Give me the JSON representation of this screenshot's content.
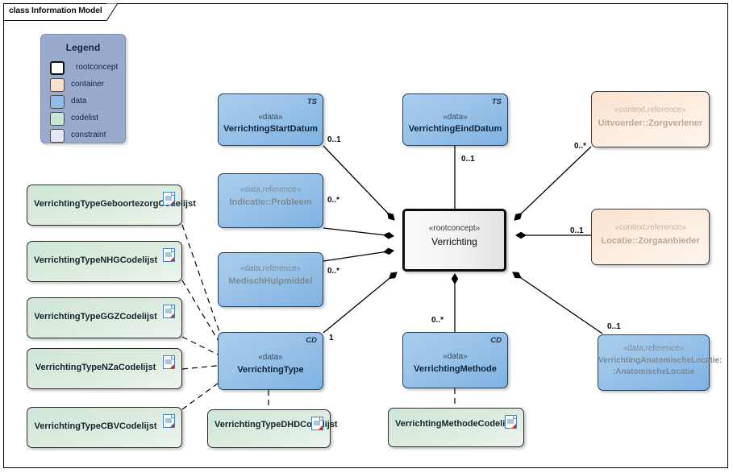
{
  "frame": {
    "title": "class Information Model"
  },
  "legend": {
    "title": "Legend",
    "items": [
      {
        "label": "rootconcept",
        "color": "#ffffff"
      },
      {
        "label": "container",
        "color": "#fae2cf"
      },
      {
        "label": "data",
        "color": "#8fbde8"
      },
      {
        "label": "codelist",
        "color": "#c8e6d5"
      },
      {
        "label": "constraint",
        "color": "#e4e7f7"
      }
    ]
  },
  "nodes": {
    "verrichting": {
      "stereotype": "«rootconcept»",
      "name": "Verrichting",
      "kind": "rootconcept"
    },
    "start_datum": {
      "stereotype": "«data»",
      "name": "VerrichtingStartDatum",
      "type_marker": "TS",
      "kind": "data"
    },
    "eind_datum": {
      "stereotype": "«data»",
      "name": "VerrichtingEindDatum",
      "type_marker": "TS",
      "kind": "data"
    },
    "uitvoerder": {
      "stereotype": "«context,reference»",
      "name": "Uitvoerder::Zorgverlener",
      "kind": "container"
    },
    "locatie": {
      "stereotype": "«context,reference»",
      "name": "Locatie::Zorgaanbieder",
      "kind": "container"
    },
    "indicatie": {
      "stereotype": "«data,reference»",
      "name": "Indicatie::Probleem",
      "kind": "data-reference"
    },
    "medisch_hulpmiddel": {
      "stereotype": "«data,reference»",
      "name": "MedischHulpmiddel",
      "kind": "data-reference"
    },
    "verrichting_type": {
      "stereotype": "«data»",
      "name": "VerrichtingType",
      "type_marker": "CD",
      "kind": "data"
    },
    "verrichting_methode": {
      "stereotype": "«data»",
      "name": "VerrichtingMethode",
      "type_marker": "CD",
      "kind": "data"
    },
    "anatomische_locatie": {
      "stereotype": "«data,reference»",
      "name_line1": "VerrichtingAnatomischeLocatie:",
      "name_line2": ":AnatomischeLocatie",
      "kind": "data-reference"
    }
  },
  "codelists": [
    {
      "id": "geboortezorg",
      "name": "VerrichtingTypeGeboortezorgCodelijst"
    },
    {
      "id": "nhg",
      "name": "VerrichtingTypeNHGCodelijst"
    },
    {
      "id": "ggz",
      "name": "VerrichtingTypeGGZCodelijst"
    },
    {
      "id": "nza",
      "name": "VerrichtingTypeNZaCodelijst"
    },
    {
      "id": "cbv",
      "name": "VerrichtingTypeCBVCodelijst"
    },
    {
      "id": "dhd",
      "name": "VerrichtingTypeDHDCodelijst"
    },
    {
      "id": "methode",
      "name": "VerrichtingMethodeCodelijst"
    }
  ],
  "multiplicities": {
    "start_datum": "0..1",
    "eind_datum": "0..1",
    "uitvoerder": "0..*",
    "locatie": "0..1",
    "indicatie": "0..*",
    "medisch_hulpmiddel": "0..*",
    "verrichting_type": "1",
    "verrichting_methode": "0..*",
    "anatomische_locatie": "0..1"
  },
  "icons": {
    "document": "document-icon"
  }
}
